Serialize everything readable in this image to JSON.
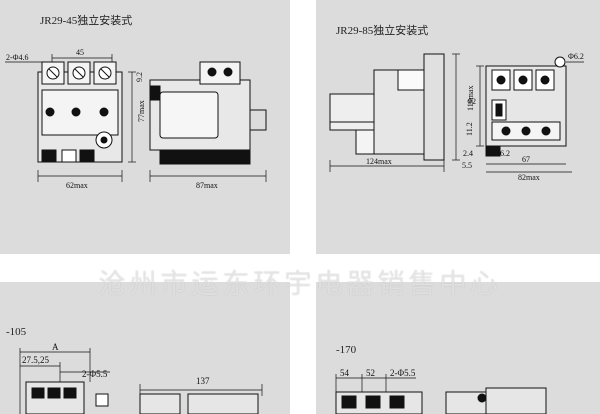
{
  "panels": {
    "jr29_45": {
      "title": "JR29-45独立安装式",
      "labels": {
        "hole": "2-Φ4.6",
        "width_top": "45",
        "width_bottom": "62max",
        "h_small": "9.2",
        "h_max": "77max",
        "depth": "87max"
      }
    },
    "jr29_85": {
      "title": "JR29-85独立安装式",
      "labels": {
        "depth": "124max",
        "h_max": "119max",
        "h_92": "92",
        "h_112": "11.2",
        "hole": "Φ6.2",
        "d_24": "2.4",
        "d_62": "6.2",
        "d_55": "5.5",
        "w_67": "67",
        "w_82": "82max"
      }
    },
    "jr29_105": {
      "title": "-105",
      "labels": {
        "a": "A",
        "w_275_25": "27.5,25",
        "hole": "2-Φ5.5",
        "depth": "137"
      }
    },
    "jr29_170": {
      "title": "-170",
      "labels": {
        "w_54": "54",
        "w_52": "52",
        "hole": "2-Φ5.5"
      }
    }
  },
  "watermark": "沧州市运东环宇电器销售中心"
}
